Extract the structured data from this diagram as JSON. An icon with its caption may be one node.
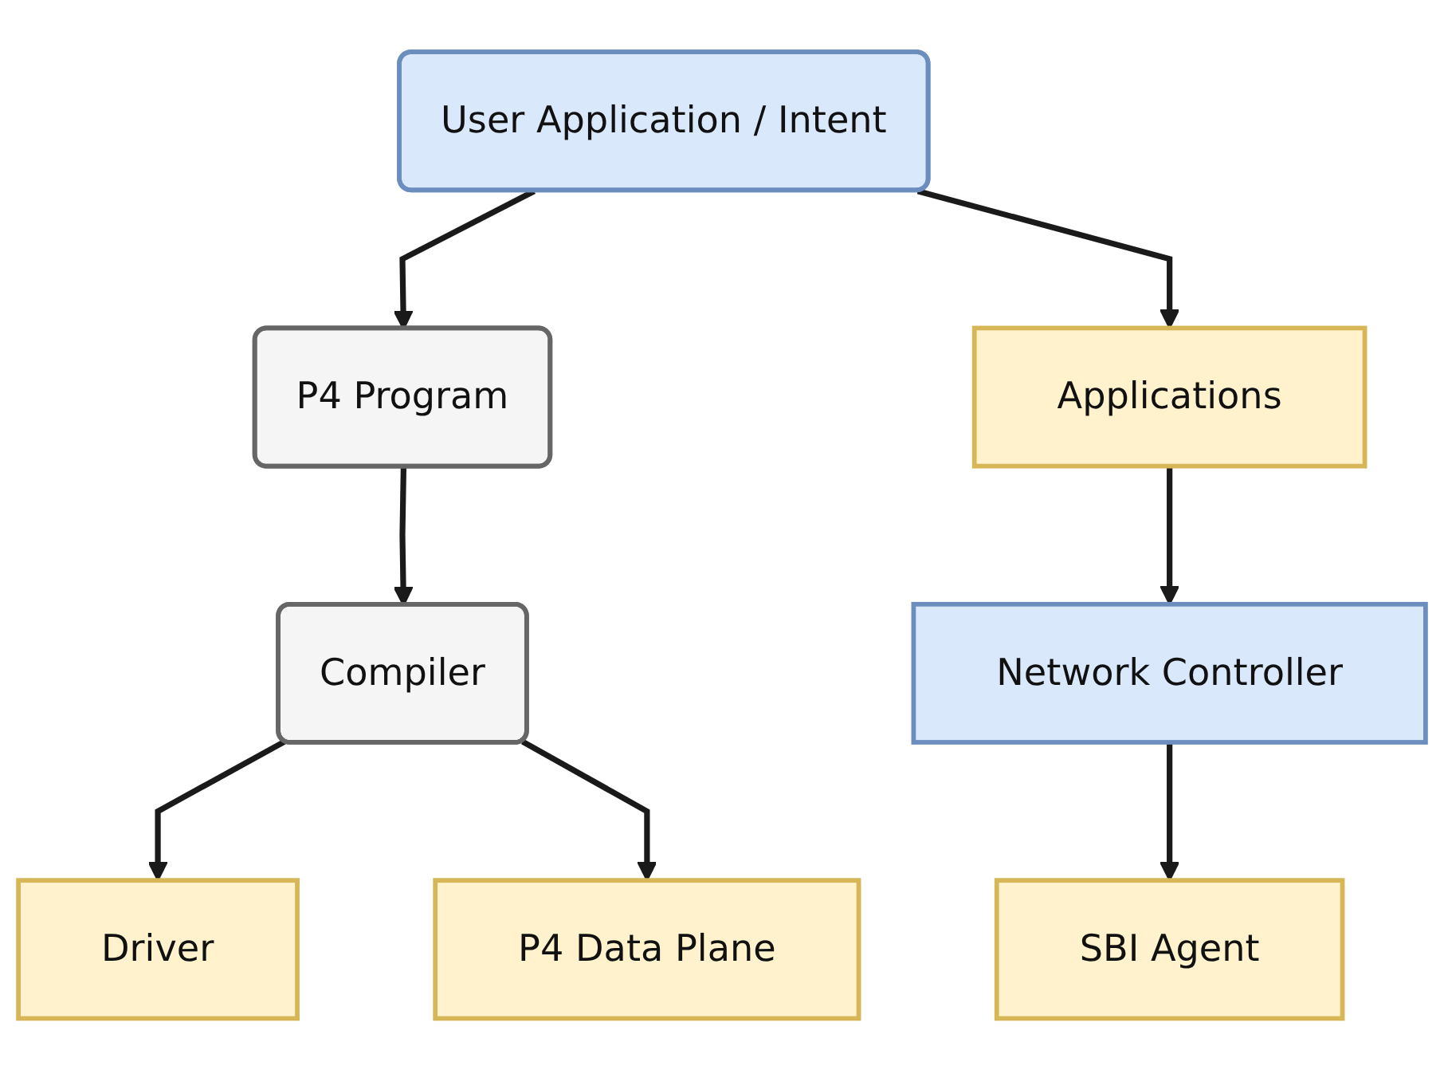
{
  "diagram": {
    "nodes": [
      {
        "text": [
          "User Application / Intent"
        ]
      },
      {
        "text": [
          "P4 Program"
        ]
      },
      {
        "text": [
          "Applications"
        ]
      },
      {
        "text": [
          "Compiler"
        ]
      },
      {
        "text": [
          "Network Controller"
        ]
      },
      {
        "text": [
          "SBI Agent"
        ]
      },
      {
        "text": [
          "Driver"
        ]
      },
      {
        "text": [
          "P4 Data Plane"
        ]
      }
    ],
    "edges": [
      {
        "from": 0,
        "to": 1,
        "arrow": "to"
      },
      {
        "from": 0,
        "to": 2,
        "arrow": "to"
      },
      {
        "from": 1,
        "to": 3,
        "arrow": "to"
      },
      {
        "from": 2,
        "to": 4,
        "arrow": "to"
      },
      {
        "from": 4,
        "to": 5,
        "arrow": "to"
      },
      {
        "from": 3,
        "to": 6,
        "arrow": "to"
      },
      {
        "from": 3,
        "to": 7,
        "arrow": "to"
      }
    ]
  }
}
